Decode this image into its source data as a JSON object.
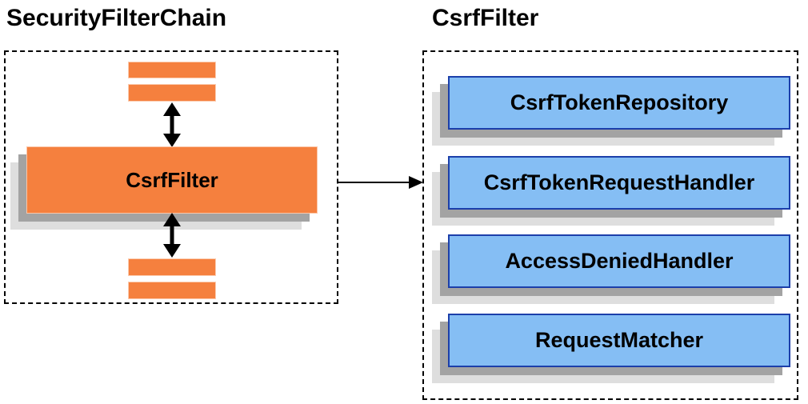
{
  "colors": {
    "orange": "#F5803E",
    "blue": "#85BEF4",
    "blue_border": "#1C3FAA",
    "shadow_dark": "#A3A3A3",
    "shadow_light": "#DEDEDE",
    "ink": "#000000"
  },
  "left_panel": {
    "title": "SecurityFilterChain",
    "csrf_filter_label": "CsrfFilter"
  },
  "right_panel": {
    "title": "CsrfFilter",
    "components": [
      {
        "label": "CsrfTokenRepository"
      },
      {
        "label": "CsrfTokenRequestHandler"
      },
      {
        "label": "AccessDeniedHandler"
      },
      {
        "label": "RequestMatcher"
      }
    ]
  }
}
